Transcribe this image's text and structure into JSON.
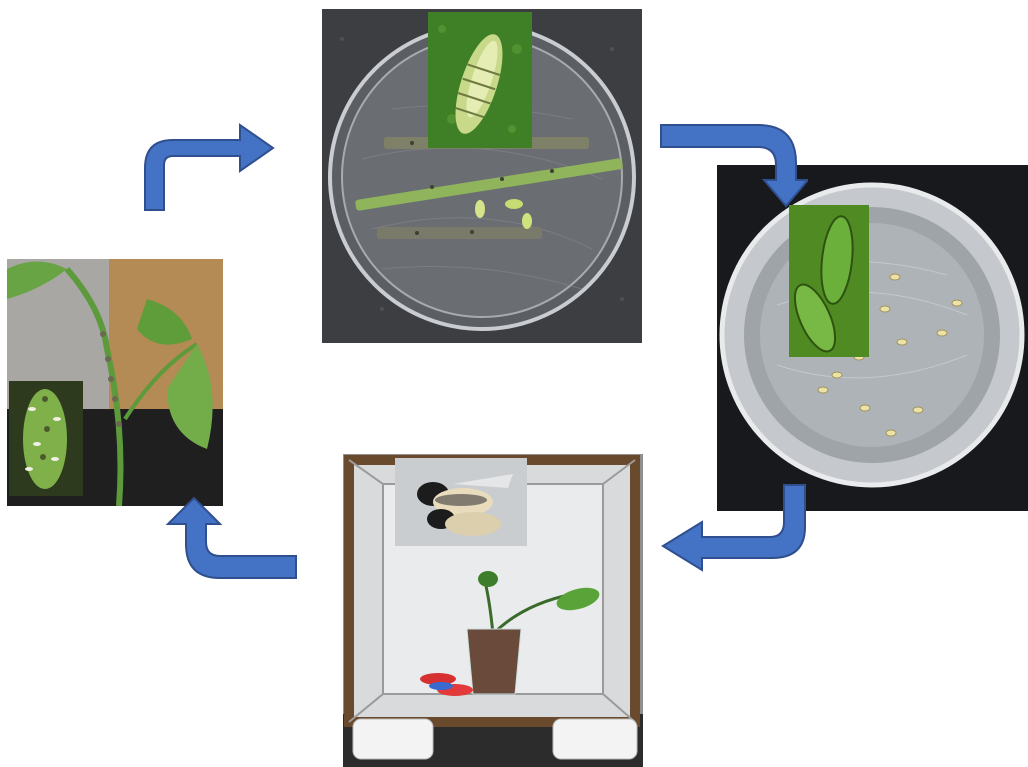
{
  "diagram": {
    "type": "life-cycle",
    "stages": [
      {
        "id": "larva",
        "photo": "petri-dish-with-larvae-and-stems",
        "inset": "larva-closeup"
      },
      {
        "id": "pupa",
        "photo": "container-with-pupae",
        "inset": "pupae-closeup"
      },
      {
        "id": "adult",
        "photo": "rearing-cage-with-plant",
        "inset": "adult-hoverflies-closeup"
      },
      {
        "id": "egg",
        "photo": "plant-stem-with-aphid-colony",
        "inset": "eggs-on-aphid-colony-closeup"
      }
    ],
    "flow": [
      "larva",
      "pupa",
      "adult",
      "egg",
      "larva"
    ],
    "colors": {
      "arrow_fill": "#4472c4",
      "arrow_stroke": "#2f4f8f",
      "background": "#ffffff"
    }
  }
}
